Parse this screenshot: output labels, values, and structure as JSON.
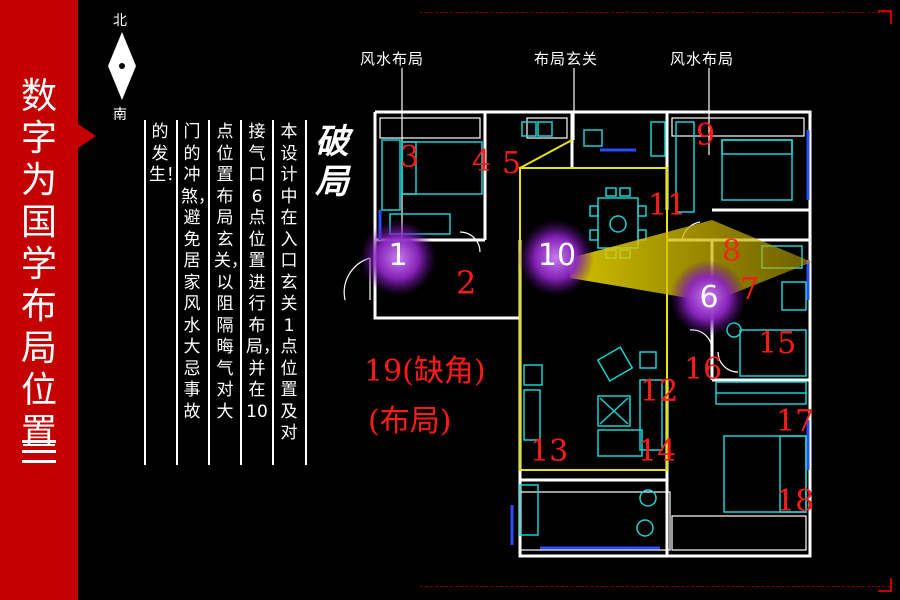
{
  "sidebar": {
    "title": "数字为国学布局位置",
    "accent": "#c40000"
  },
  "compass": {
    "north": "北",
    "south": "南"
  },
  "description": {
    "heading": "破局",
    "columns": [
      "本设计中在入口玄关1点位置及对",
      "接气口6点位置进行布局，并在10",
      "点位置布局玄关，以阻隔晦气对大",
      "门的冲煞，避免居家风水大忌事故",
      "的发生！"
    ]
  },
  "floorplan": {
    "top_labels": [
      "风水布局",
      "布局玄关",
      "风水布局"
    ],
    "markers": [
      {
        "label": "1",
        "highlight": true
      },
      {
        "label": "10",
        "highlight": true
      },
      {
        "label": "6",
        "highlight": true
      }
    ],
    "numbers": [
      "2",
      "3",
      "4",
      "5",
      "7",
      "8",
      "9",
      "11",
      "12",
      "13",
      "14",
      "15",
      "16",
      "17",
      "18"
    ],
    "missing_corner": {
      "line1": "19(缺角)",
      "line2": "(布局)"
    },
    "colors": {
      "wall": "#ffffff",
      "furniture": "#19d3d3",
      "living_outline": "#e6e600",
      "number": "#ff1a1a",
      "highlight": "#9b2fc8",
      "energy": "#e0d000",
      "door_blue": "#2d4cff"
    }
  }
}
